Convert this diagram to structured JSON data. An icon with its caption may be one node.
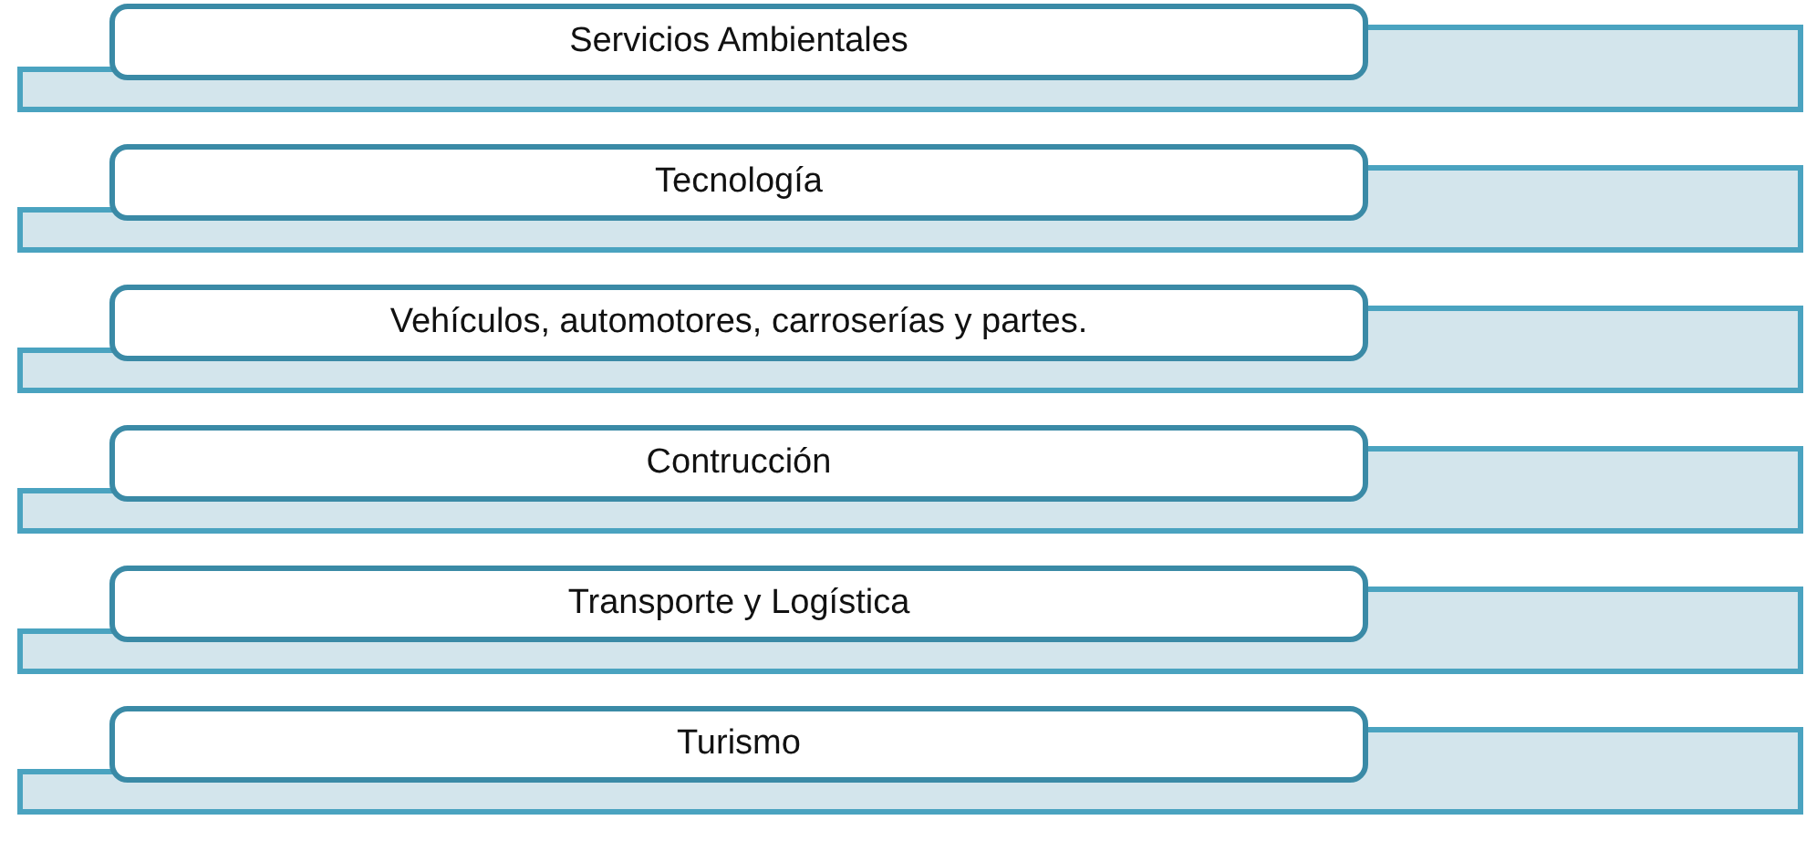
{
  "diagram": {
    "nodes": [
      {
        "text": [
          "Servicios Ambientales"
        ]
      },
      {
        "text": [
          "Tecnología"
        ]
      },
      {
        "text": [
          "Vehículos, automotores, carroserías y partes."
        ]
      },
      {
        "text": [
          "Contrucción"
        ]
      },
      {
        "text": [
          "Transporte y Logística"
        ]
      },
      {
        "text": [
          "Turismo"
        ]
      }
    ]
  }
}
